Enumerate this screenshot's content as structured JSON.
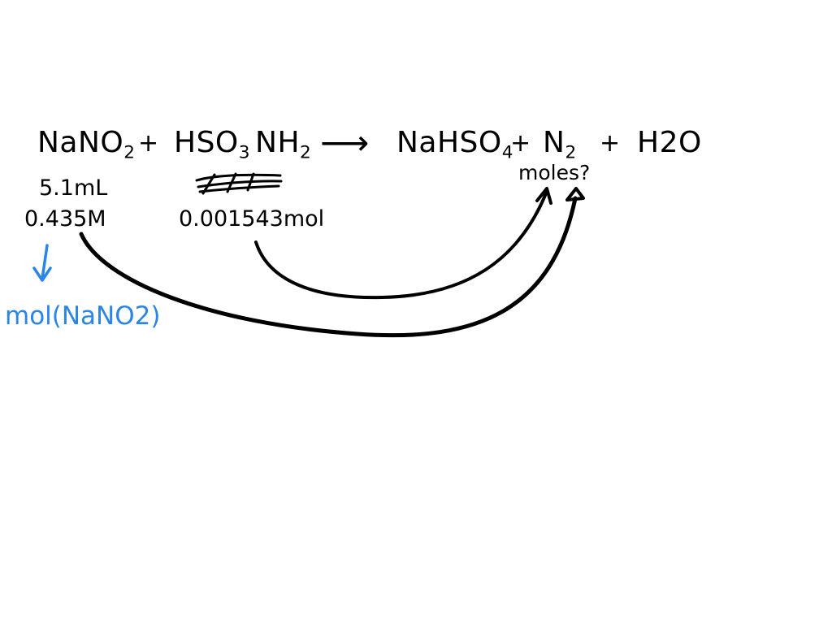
{
  "equation": {
    "reactant1": {
      "base": "NaNO",
      "sub": "2"
    },
    "plus1": "+",
    "reactant2": {
      "part1": "HSO",
      "sub1": "3",
      "part2": "NH",
      "sub2": "2"
    },
    "arrow": "⟶",
    "product1": {
      "base": "NaHSO",
      "sub": "4"
    },
    "plus2": "+",
    "product2": {
      "base": "N",
      "sub": "2"
    },
    "plus3": "+",
    "product3": "H2O"
  },
  "annotations": {
    "volume": "5.1mL",
    "molarity": "0.435M",
    "moles_hso3nh2": "0.001543mol",
    "moles_question": "moles?",
    "mol_nano2": "mol(NaNO2)"
  },
  "colors": {
    "ink": "#000000",
    "highlight": "#2a85e6"
  }
}
